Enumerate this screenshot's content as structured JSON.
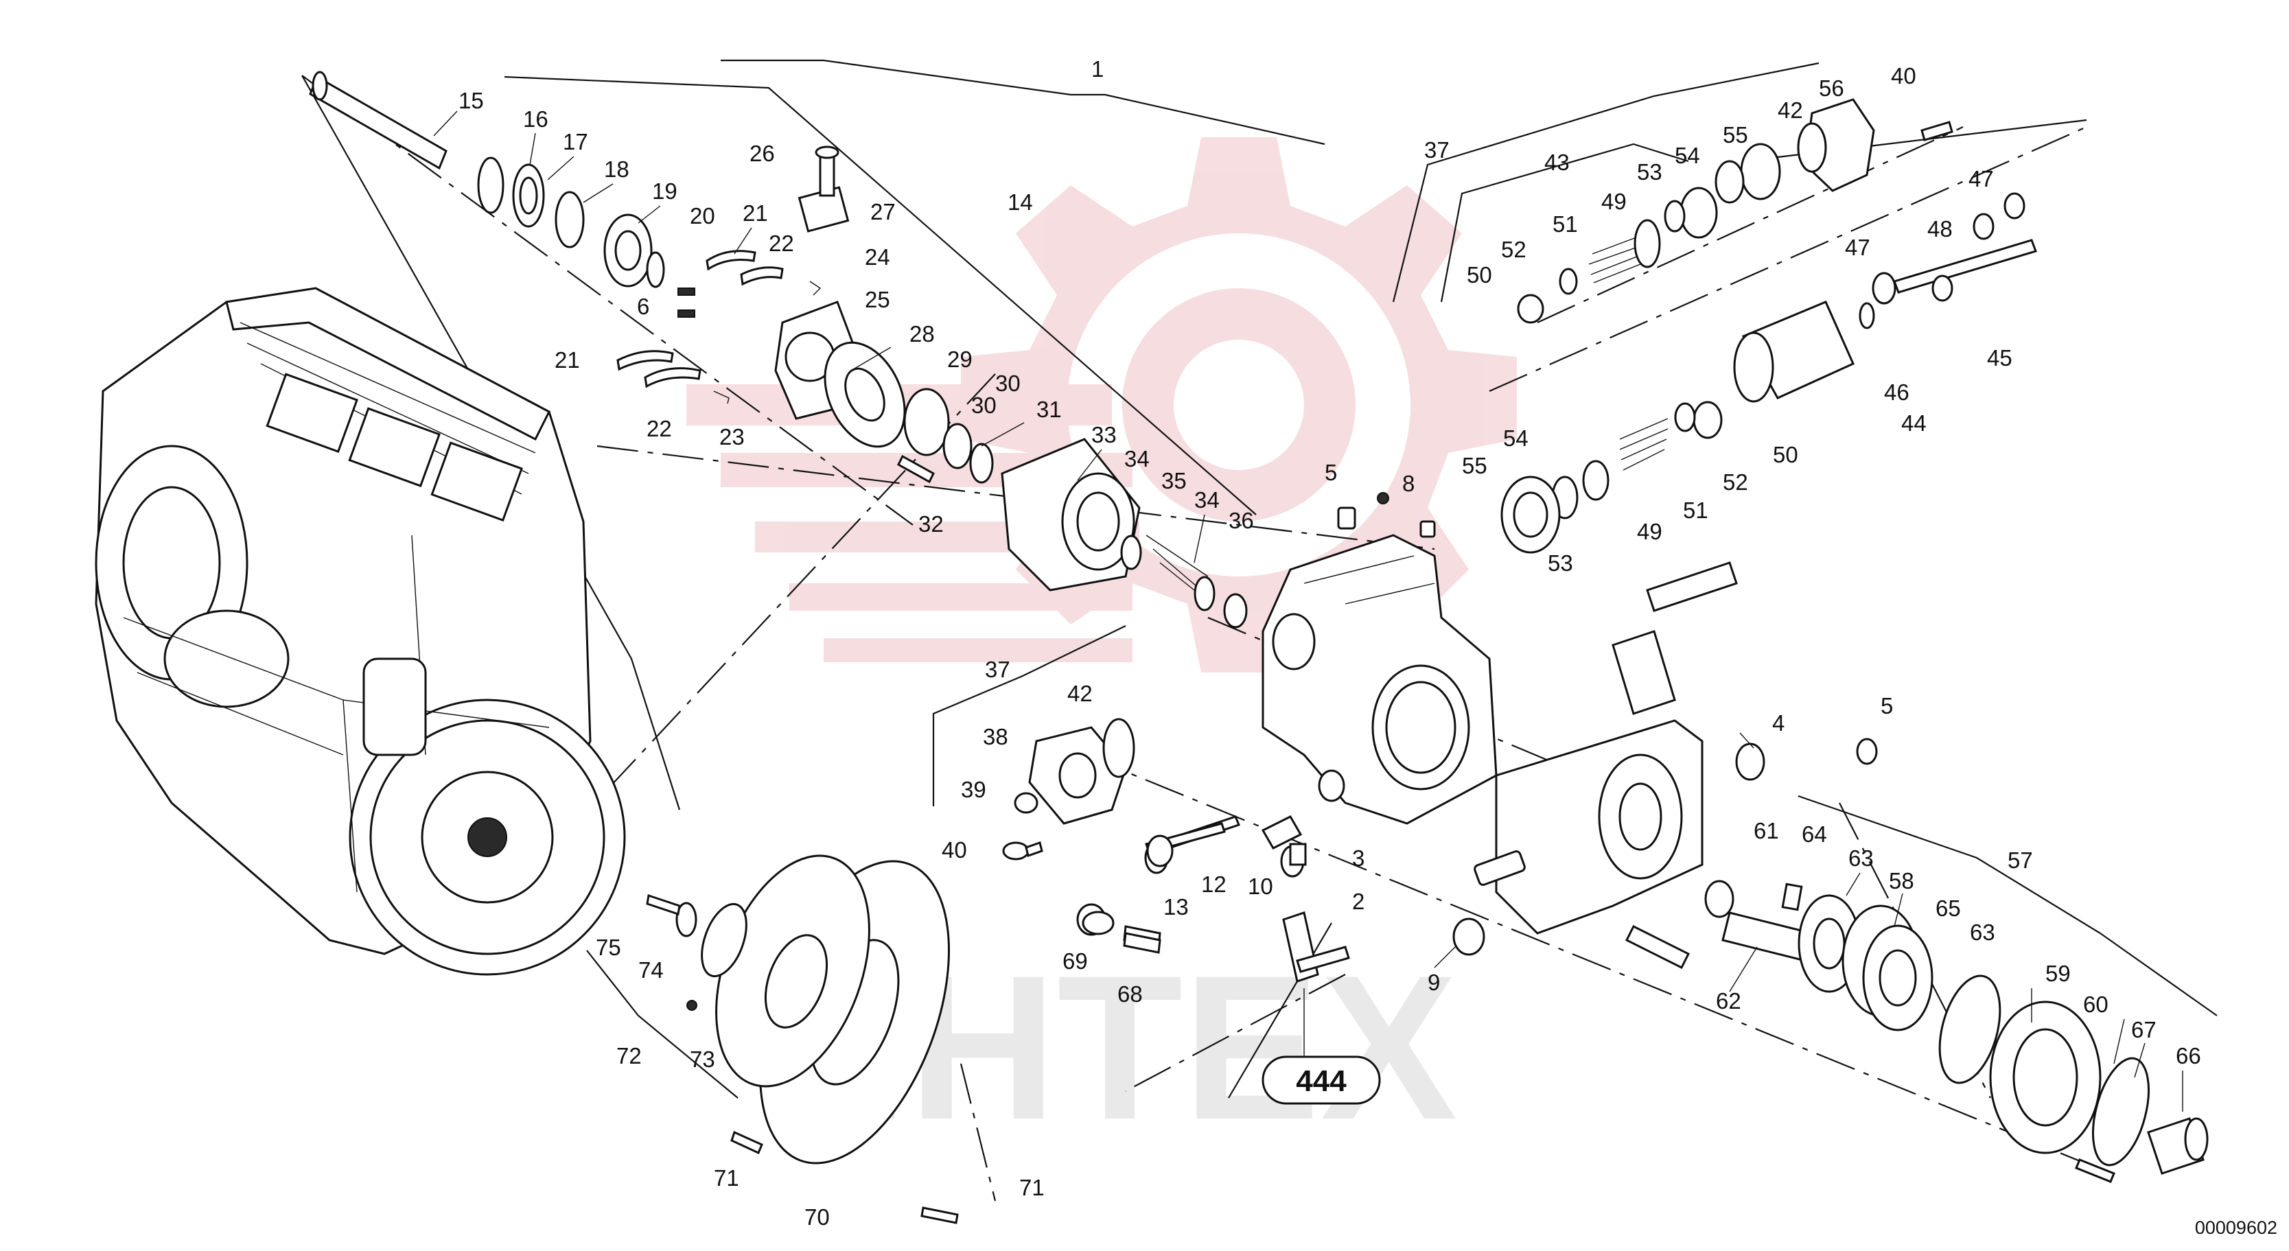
{
  "watermark": {
    "text": "IHTEX",
    "color": "#e8a0a6"
  },
  "reference_badge": "444",
  "document_number": "00009602",
  "callouts": [
    "1",
    "2",
    "3",
    "4",
    "5",
    "5",
    "6",
    "8",
    "9",
    "10",
    "12",
    "13",
    "14",
    "15",
    "16",
    "17",
    "18",
    "19",
    "20",
    "21",
    "21",
    "22",
    "22",
    "23",
    "24",
    "25",
    "26",
    "27",
    "28",
    "29",
    "30",
    "30",
    "31",
    "32",
    "33",
    "34",
    "34",
    "35",
    "36",
    "37",
    "37",
    "38",
    "39",
    "40",
    "40",
    "42",
    "42",
    "43",
    "44",
    "45",
    "46",
    "47",
    "47",
    "48",
    "49",
    "49",
    "50",
    "50",
    "51",
    "51",
    "52",
    "52",
    "53",
    "53",
    "54",
    "54",
    "55",
    "55",
    "56",
    "57",
    "58",
    "59",
    "60",
    "61",
    "62",
    "63",
    "63",
    "64",
    "65",
    "66",
    "67",
    "68",
    "69",
    "70",
    "71",
    "71",
    "72",
    "73",
    "74",
    "75"
  ]
}
